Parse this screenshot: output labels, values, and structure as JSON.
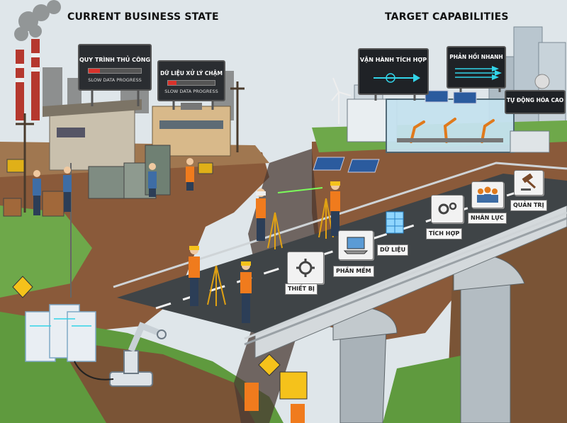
{
  "headers": {
    "left": "CURRENT BUSINESS STATE",
    "right": "TARGET CAPABILITIES"
  },
  "billboards": {
    "manual": {
      "title": "QUY TRÌNH THỦ CÔNG",
      "caption": "SLOW DATA PROGRESS"
    },
    "slow_data": {
      "title": "DỮ LIỆU XỬ LÝ CHẬM",
      "caption": "SLOW DATA PROGRESS"
    },
    "integrated": {
      "title": "VẬN HÀNH TÍCH HỢP"
    },
    "fast": {
      "title": "PHẢN HỒI NHANH"
    },
    "automation": {
      "title": "TỰ ĐỘNG HÓA CAO"
    }
  },
  "bridge_blocks": [
    {
      "label": "THIẾT BỊ",
      "icon": "gear-icon"
    },
    {
      "label": "PHẦN MỀM",
      "icon": "laptop-icon"
    },
    {
      "label": "DỮ LIỆU",
      "icon": "data-cubes-icon"
    },
    {
      "label": "TÍCH HỢP",
      "icon": "gears-icon"
    },
    {
      "label": "NHÂN LỰC",
      "icon": "people-icon"
    },
    {
      "label": "QUẢN TRỊ",
      "icon": "gavel-icon"
    }
  ],
  "colors": {
    "sky": "#dfe6ea",
    "earth": "#8a5a3a",
    "grass": "#6ea84a",
    "road": "#3f4447",
    "billboard_bg": "#2a2d31",
    "progress_red": "#d9322b",
    "accent_cyan": "#32d4e8",
    "safety_orange": "#f07b1d",
    "hardhat_yellow": "#f5c21b"
  }
}
